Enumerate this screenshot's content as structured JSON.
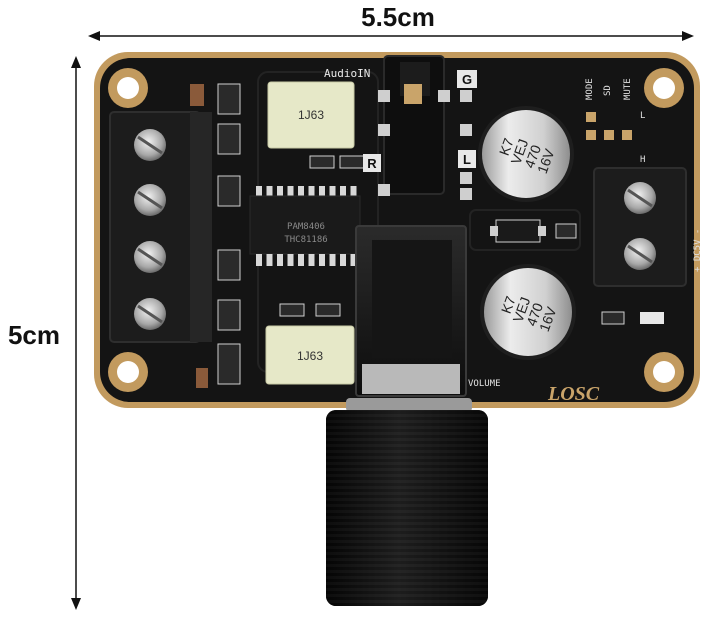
{
  "dimensions": {
    "width_label": "5.5cm",
    "height_label": "5cm"
  },
  "silkscreen": {
    "audio_in": "AudioIN",
    "ground": "G",
    "right": "R",
    "left": "L",
    "mode": "MODE",
    "sd": "SD",
    "mute": "MUTE",
    "low": "L",
    "high": "H",
    "dc_input": "+ DC5V -",
    "volume": "VOLUME",
    "logo": "LOSC"
  },
  "components": {
    "film_cap_top": "1J63",
    "film_cap_bottom": "1J63",
    "chip_line1": "PAM8406",
    "chip_line2": "THC81186",
    "cap_top_line1": "K7",
    "cap_top_line2": "VEJ",
    "cap_top_line3": "470",
    "cap_top_line4": "16V",
    "cap_bottom_line1": "K7",
    "cap_bottom_line2": "VEJ",
    "cap_bottom_line3": "470",
    "cap_bottom_line4": "16V"
  },
  "colors": {
    "pcb": "#141414",
    "pcb_edge": "#c29a5e",
    "film_cap": "#e6e8c8",
    "cap_body": "#d6d6d6",
    "terminal": "#1c1c1c",
    "knob": "#121212"
  }
}
